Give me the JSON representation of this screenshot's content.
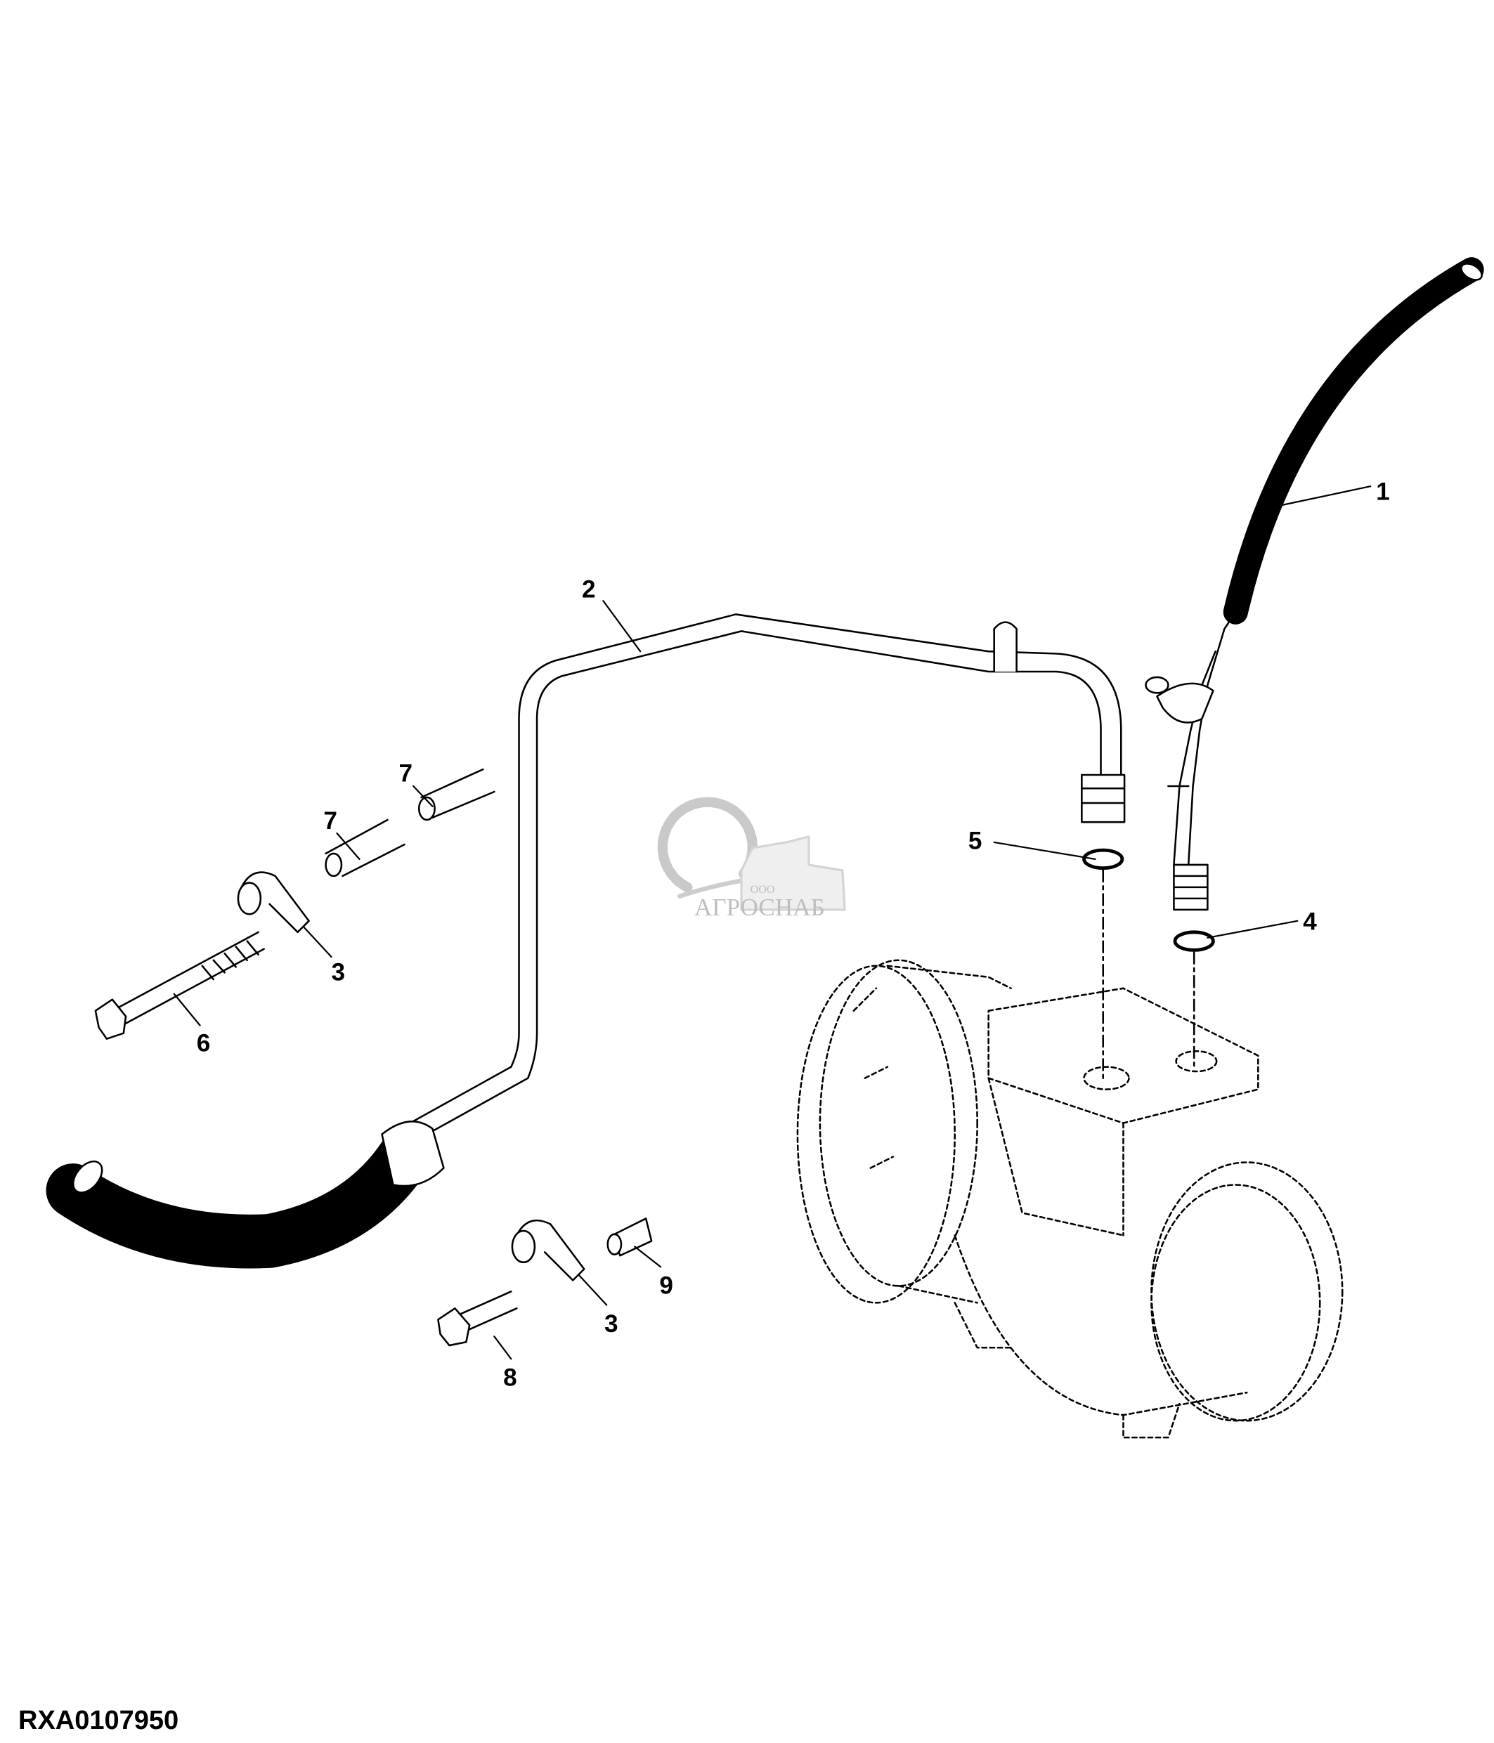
{
  "figure_id": "RXA0107950",
  "watermark": {
    "prefix": "ООО",
    "name": "АГРОСНАБ"
  },
  "callouts": [
    {
      "id": "callout-1",
      "label": "1"
    },
    {
      "id": "callout-2",
      "label": "2"
    },
    {
      "id": "callout-3a",
      "label": "3"
    },
    {
      "id": "callout-3b",
      "label": "3"
    },
    {
      "id": "callout-4",
      "label": "4"
    },
    {
      "id": "callout-5",
      "label": "5"
    },
    {
      "id": "callout-6",
      "label": "6"
    },
    {
      "id": "callout-7a",
      "label": "7"
    },
    {
      "id": "callout-7b",
      "label": "7"
    },
    {
      "id": "callout-8",
      "label": "8"
    },
    {
      "id": "callout-9",
      "label": "9"
    }
  ]
}
